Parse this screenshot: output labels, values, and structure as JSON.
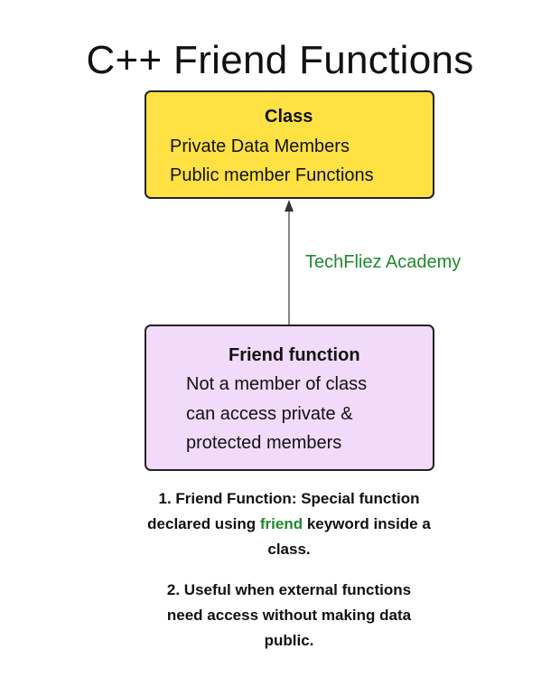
{
  "title": "C++ Friend Functions",
  "class_box": {
    "heading": "Class",
    "lines": [
      "Private Data Members",
      "Public member Functions"
    ],
    "fill": "#FFE143"
  },
  "friend_box": {
    "heading": "Friend function",
    "lines": [
      "Not a member of class",
      "can access private &",
      "protected members"
    ],
    "fill": "#F2DAFA"
  },
  "edge_label": "TechFliez Academy",
  "notes": {
    "note1_before": "1. Friend Function: Special function declared using ",
    "note1_keyword": "friend",
    "note1_after": " keyword inside a class.",
    "note2": "2. Useful when external functions need access without making data public."
  },
  "colors": {
    "accent_green": "#1E8A2E"
  }
}
